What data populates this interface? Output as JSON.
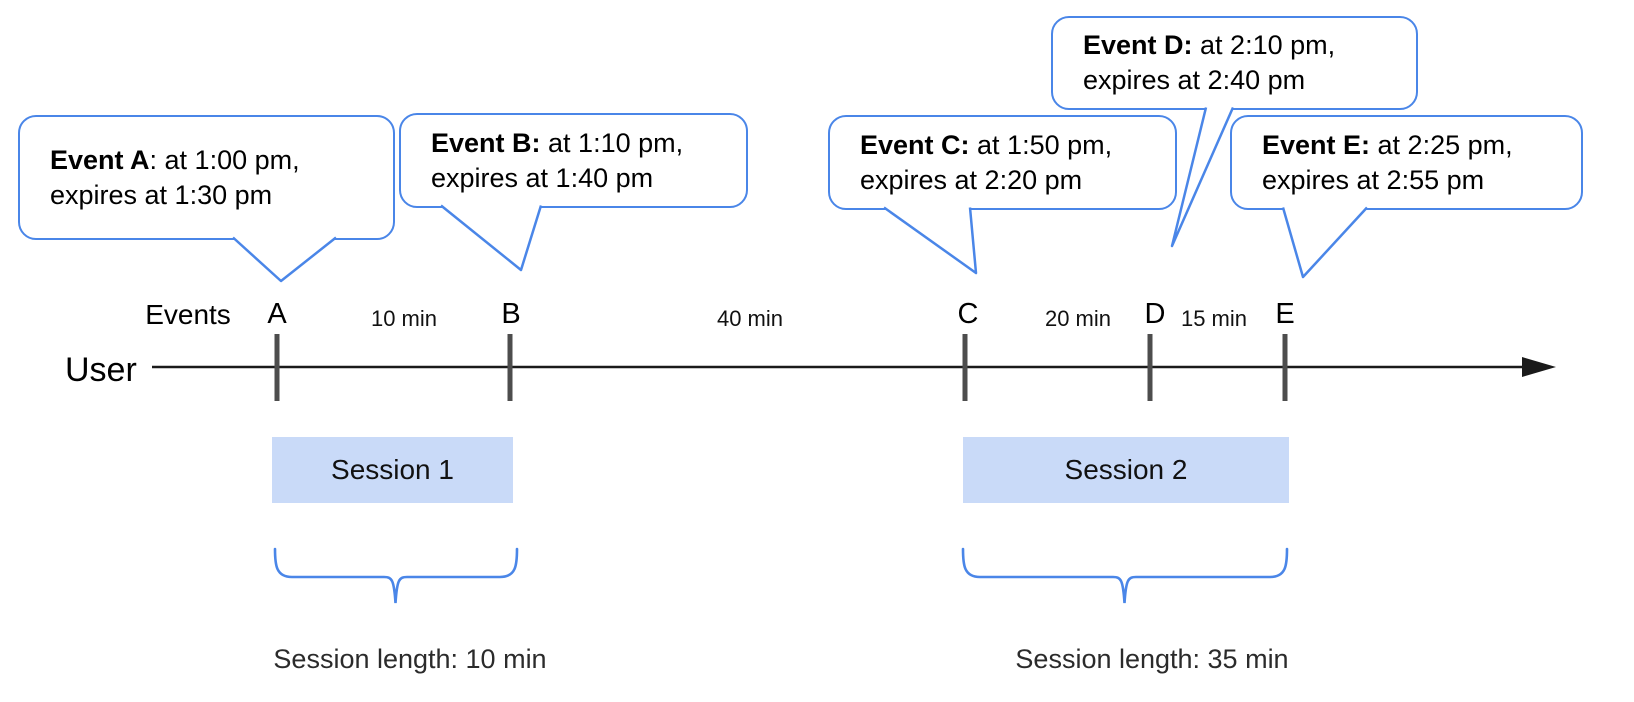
{
  "diagram": {
    "title_hint": "Event and session timeline",
    "axis": {
      "user_label": "User",
      "events_label": "Events"
    },
    "events": [
      {
        "label": "A"
      },
      {
        "label": "B"
      },
      {
        "label": "C"
      },
      {
        "label": "D"
      },
      {
        "label": "E"
      }
    ],
    "gaps": [
      {
        "label": "10 min"
      },
      {
        "label": "40 min"
      },
      {
        "label": "20 min"
      },
      {
        "label": "15 min"
      }
    ],
    "bubbles": [
      {
        "bold": "Event A",
        "rest": ": at 1:00 pm,",
        "line2": "expires at 1:30 pm"
      },
      {
        "bold": "Event B:",
        "rest": " at 1:10 pm,",
        "line2": "expires at 1:40 pm"
      },
      {
        "bold": "Event C:",
        "rest": " at 1:50 pm,",
        "line2": "expires at 2:20 pm"
      },
      {
        "bold": "Event D:",
        "rest": " at 2:10 pm,",
        "line2": "expires at 2:40 pm"
      },
      {
        "bold": "Event E:",
        "rest": " at 2:25 pm,",
        "line2": "expires at 2:55 pm"
      }
    ],
    "sessions": [
      {
        "label": "Session 1",
        "length_label": "Session length: 10 min"
      },
      {
        "label": "Session 2",
        "length_label": "Session length: 35 min"
      }
    ],
    "colors": {
      "accent_blue": "#4a86e8",
      "session_fill": "#c9daf8",
      "tick_gray": "#4d4d4d",
      "axis_black": "#1a1a1a"
    }
  }
}
